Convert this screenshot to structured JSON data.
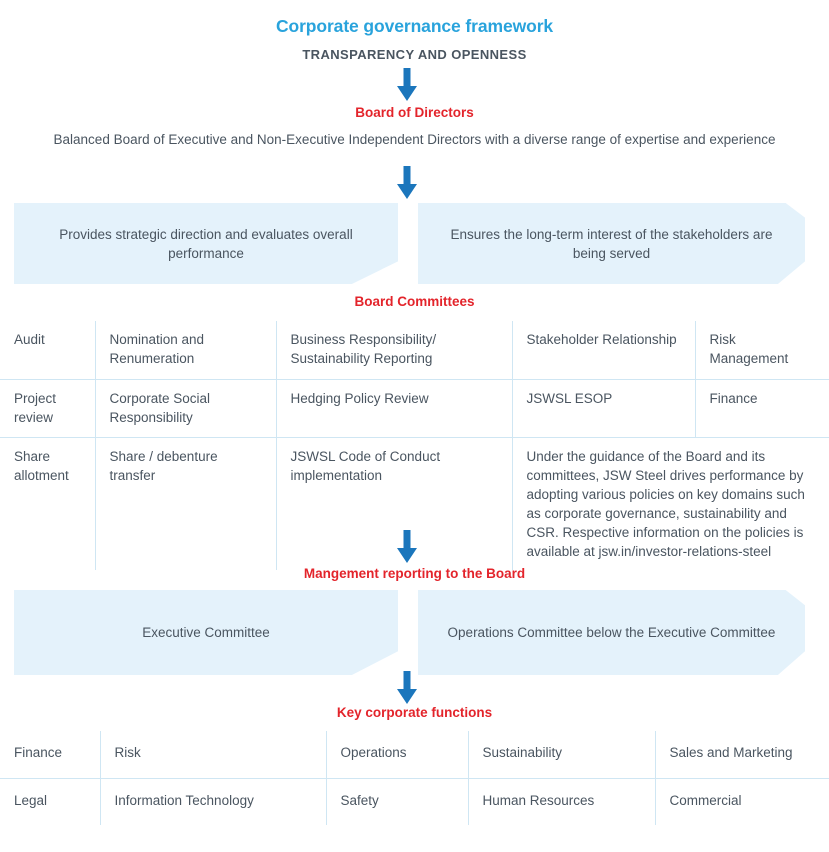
{
  "title": "Corporate governance framework",
  "transparency": "TRANSPARENCY AND OPENNESS",
  "board": {
    "heading": "Board of Directors",
    "description": "Balanced Board of Executive and Non-Executive Independent Directors with a diverse range of expertise and experience",
    "banners": [
      "Provides strategic direction and evaluates overall performance",
      "Ensures the long-term interest of the stakeholders are being served"
    ]
  },
  "committees": {
    "heading": "Board Committees",
    "rows": [
      [
        "Audit",
        "Nomination and Renumeration",
        "Business Responsibility/ Sustainability Reporting",
        "Stakeholder Relationship",
        "Risk Management"
      ],
      [
        "Project review",
        "Corporate Social Responsibility",
        "Hedging Policy Review",
        "JSWSL ESOP",
        "Finance"
      ],
      [
        "Share allotment",
        "Share / debenture transfer",
        "JSWSL Code of Conduct implementation",
        "",
        ""
      ]
    ],
    "note": "Under the guidance of the Board and its committees, JSW Steel drives performance by adopting various policies on key domains such as corporate governance, sustainability and CSR. Respective information on the policies is available at jsw.in/investor-relations-steel"
  },
  "management": {
    "heading": "Mangement reporting to the Board",
    "banners": [
      "Executive Committee",
      "Operations Committee below the Executive Committee"
    ]
  },
  "key_functions": {
    "heading": "Key corporate functions",
    "rows": [
      [
        "Finance",
        "Risk",
        "Operations",
        "Sustainability",
        "Sales and Marketing"
      ],
      [
        "Legal",
        "Information Technology",
        "Safety",
        "Human Resources",
        "Commercial"
      ]
    ]
  },
  "colors": {
    "title_blue": "#29a3dc",
    "heading_red": "#e3242b",
    "body_gray": "#4a5560",
    "banner_bg": "#e4f2fb",
    "rule_blue": "#cfe6f3",
    "note_blue": "#2d5b9e",
    "arrow_blue": "#1b76bc"
  },
  "icons": {
    "arrow": "arrow-down-icon"
  }
}
